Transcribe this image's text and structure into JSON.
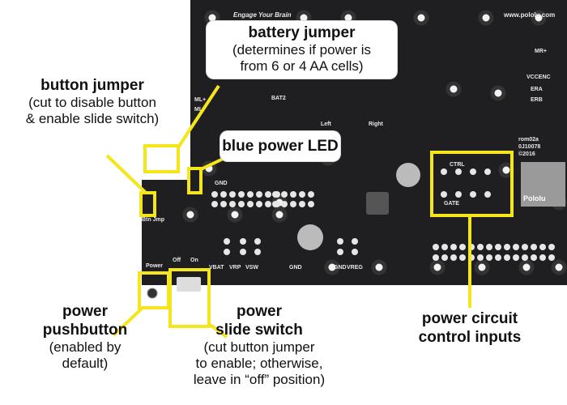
{
  "callouts": {
    "battery_jumper": {
      "title": "battery jumper",
      "lines": [
        "(determines if power is",
        "from 6 or 4 AA cells)"
      ]
    },
    "button_jumper": {
      "title": "button jumper",
      "lines": [
        "(cut to disable button",
        "& enable slide switch)"
      ]
    },
    "blue_power_led": {
      "title": "blue power LED"
    },
    "power_pushbutton": {
      "title_lines": [
        "power",
        "pushbutton"
      ],
      "lines": [
        "(enabled by",
        "default)"
      ]
    },
    "power_slide_switch": {
      "title_lines": [
        "power",
        "slide switch"
      ],
      "lines": [
        "(cut button jumper",
        "to enable; otherwise,",
        "leave in “off” position)"
      ]
    },
    "power_circuit": {
      "title_lines": [
        "power circuit",
        "control inputs"
      ]
    }
  },
  "board_silkscreen": {
    "slogan": "Engage Your Brain",
    "website": "www.pololu.com",
    "brand": "Pololu",
    "revision": [
      "rom02a",
      "0J10078",
      "©2016"
    ],
    "labels": [
      "GND",
      "VBAT",
      "VRP",
      "VSW",
      "GND",
      "GND",
      "VREG",
      "Power",
      "Off",
      "On",
      "Btn Jmp",
      "BAT2",
      "CTRL",
      "GATE",
      "ML+",
      "ML-",
      "MR+",
      "VCCENC",
      "ERA",
      "ERB",
      "Left",
      "Right"
    ]
  },
  "colors": {
    "highlight": "#f5e61c",
    "board": "#1f1f21",
    "hole": "#f4f4f4"
  }
}
